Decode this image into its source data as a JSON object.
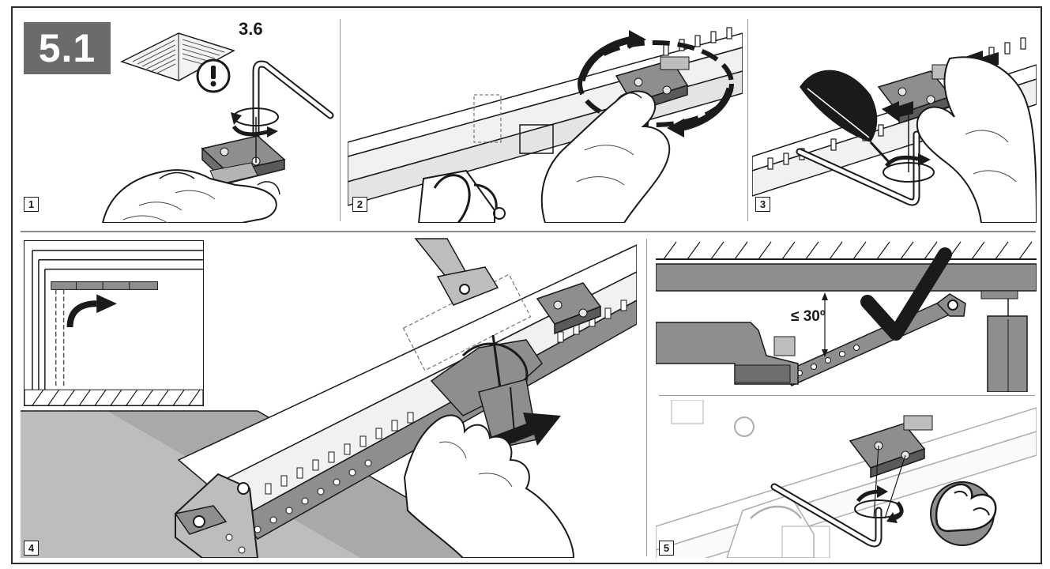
{
  "section_badge": "5.1",
  "reference_number": "3.6",
  "steps": [
    {
      "label": "1"
    },
    {
      "label": "2"
    },
    {
      "label": "3"
    },
    {
      "label": "4"
    },
    {
      "label": "5"
    }
  ],
  "angle_annotation": "≤ 30º",
  "icons": [
    "manual-warning-icon",
    "hex-key-icon",
    "rotate-arrow-icon",
    "feather-icon",
    "push-arrow-icon",
    "checkmark-icon",
    "strength-arm-icon"
  ],
  "colors": {
    "badge": "#6b6b6b",
    "line": "#1a1a1a",
    "rail_fill": "#e9e9e9",
    "shade": "#bdbdbd",
    "dark_rail": "#8e8e8e"
  }
}
